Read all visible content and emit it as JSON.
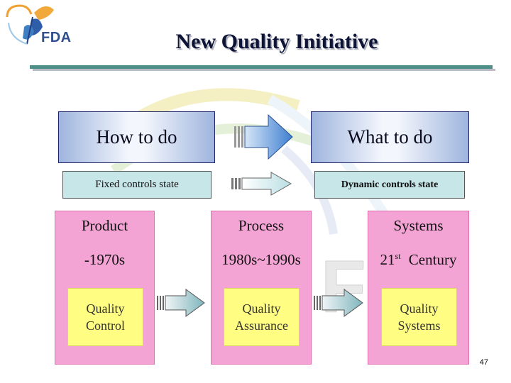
{
  "logo": {
    "text": "FDA"
  },
  "header": {
    "title": "New Quality Initiative"
  },
  "top_row": {
    "left_label": "How to do",
    "right_label": "What to do"
  },
  "second_row": {
    "left_label": "Fixed controls state",
    "right_label": "Dynamic controls state"
  },
  "columns": [
    {
      "heading": "Product",
      "era": "-1970s",
      "era_sup": "",
      "box_line1": "Quality",
      "box_line2": "Control"
    },
    {
      "heading": "Process",
      "era": "1980s~1990s",
      "era_sup": "",
      "box_line1": "Quality",
      "box_line2": "Assurance"
    },
    {
      "heading": "Systems",
      "era": "21",
      "era_sup": "st",
      "era_suffix": "Century",
      "box_line1": "Quality",
      "box_line2": "Systems"
    }
  ],
  "watermark": {
    "text": "FD"
  },
  "footer": {
    "page_number": "47"
  },
  "colors": {
    "title_rule": "#4d8f86",
    "panel_pink": "#f4a4d4",
    "quality_box_yellow": "#fffd82",
    "teal_box": "#c7e6e8",
    "arrow_blue": "#3f7fd1"
  }
}
